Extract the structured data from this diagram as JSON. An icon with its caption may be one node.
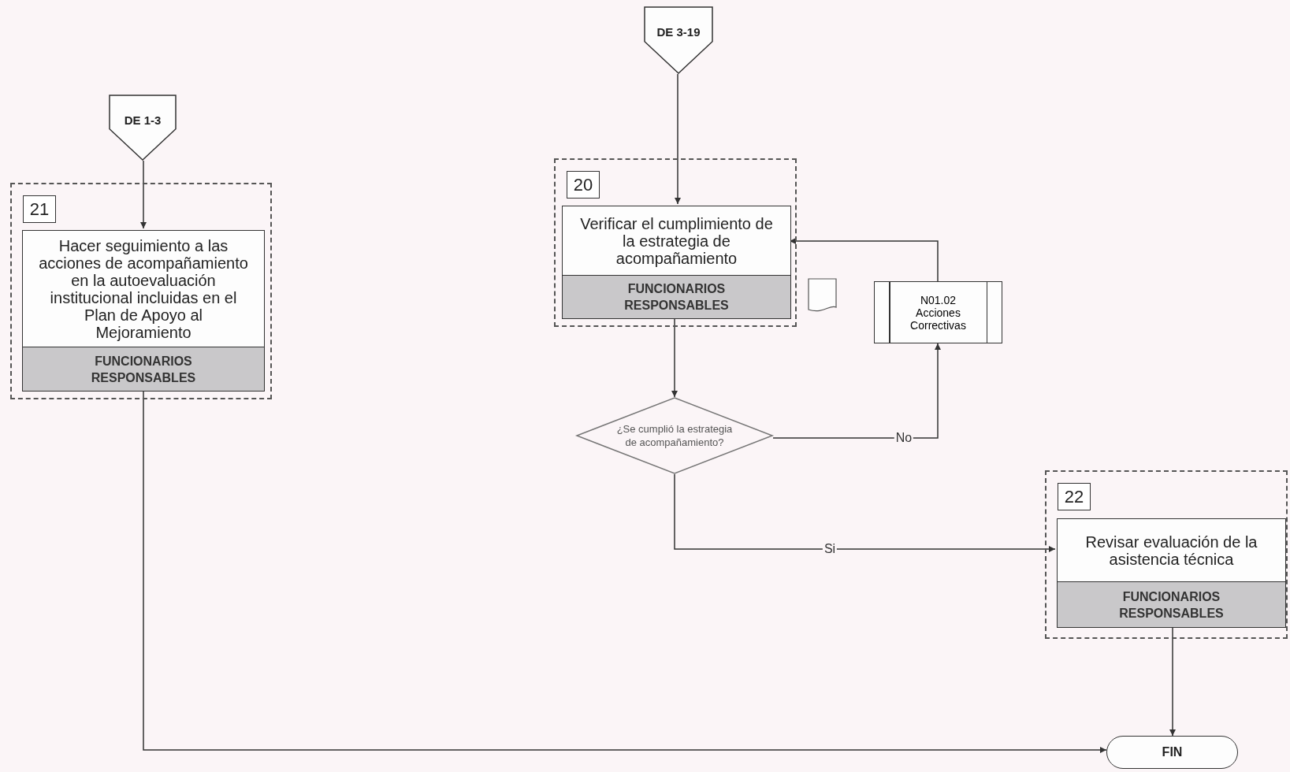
{
  "diagram": {
    "nodes": [
      {
        "text": [
          "DE 1-3"
        ]
      },
      {
        "text": [
          "21"
        ]
      },
      {
        "text": [
          "Hacer seguimiento a las acciones de acompañamiento en la autoevaluación institucional incluidas en el Plan de Apoyo al Mejoramiento",
          "FUNCIONARIOS RESPONSABLES"
        ],
        "in": 1
      },
      {
        "text": [
          "DE 3-19"
        ]
      },
      {
        "text": [
          "20"
        ]
      },
      {
        "text": [
          "Verificar el cumplimiento de la estrategia de acompañamiento",
          "FUNCIONARIOS RESPONSABLES"
        ],
        "in": 4
      },
      {
        "text": [
          "N01.02 Acciones Correctivas"
        ]
      },
      {
        "text": [
          "¿Se cumplió la estrategia de acompañamiento?"
        ]
      },
      {
        "text": [
          "22"
        ]
      },
      {
        "text": [
          "Revisar evaluación de la asistencia técnica",
          "FUNCIONARIOS RESPONSABLES"
        ],
        "in": 8
      },
      {
        "text": [
          "FIN"
        ]
      }
    ],
    "edges": [
      {
        "from": 0,
        "to": 2,
        "arrow": "to"
      },
      {
        "from": 2,
        "to": 10,
        "arrow": "to"
      },
      {
        "from": 3,
        "to": 5,
        "arrow": "to"
      },
      {
        "from": 5,
        "to": 7,
        "arrow": "to"
      },
      {
        "from": 7,
        "to": 6,
        "arrow": "to",
        "label": "No"
      },
      {
        "from": 6,
        "to": 5,
        "arrow": "to"
      },
      {
        "from": 7,
        "to": 9,
        "arrow": "to",
        "label": "Si"
      },
      {
        "from": 9,
        "to": 10,
        "arrow": "to"
      }
    ]
  }
}
